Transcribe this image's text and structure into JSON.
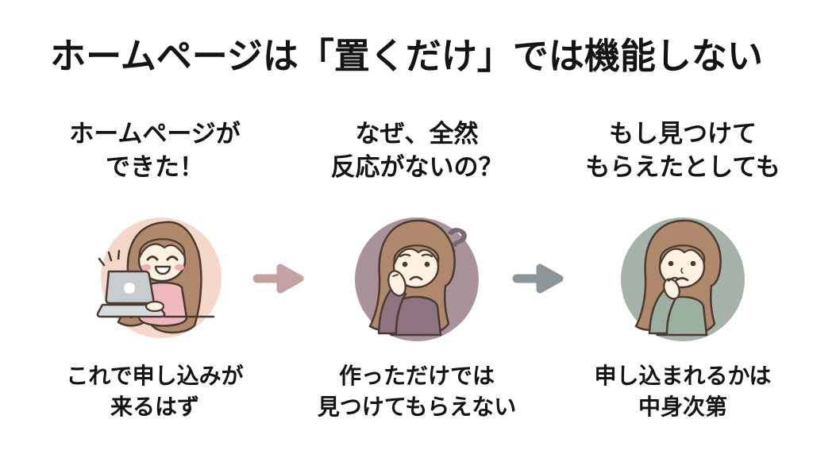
{
  "title": "ホームページは「置くだけ」では機能しない",
  "steps": [
    {
      "header": "ホームページが\nできた！",
      "caption": "これで申し込みが\n来るはず",
      "illustration": "happy-woman-typing-on-laptop",
      "circle_color": "#f6d8cb"
    },
    {
      "header": "なぜ、全然\n反応がないの？",
      "caption": "作っただけでは\n見つけてもらえない",
      "illustration": "worried-woman-hand-on-cheek",
      "question_mark": "?",
      "circle_color": "#aa929a"
    },
    {
      "header": "もし見つけて\nもらえたとしても",
      "caption": "申し込まれるかは\n中身次第",
      "illustration": "pondering-woman-hand-on-chin",
      "circle_color": "#a5b3a9"
    }
  ],
  "arrows": [
    {
      "name": "arrow-right-icon",
      "color": "#c5a2a1"
    },
    {
      "name": "arrow-right-icon",
      "color": "#8b959a"
    }
  ],
  "palette": {
    "background": "#ffffff",
    "text": "#141414",
    "outline": "#4a3a33",
    "hair": "#b0886c",
    "skin": "#fdf2e1",
    "blush": "#f2adb2",
    "shirt_pink": "#f0b9bd",
    "sweater_mauve": "#8d7480",
    "sweater_sage": "#9cb0a2",
    "laptop_gray": "#c9cccf",
    "question_mark": "#77697a"
  }
}
